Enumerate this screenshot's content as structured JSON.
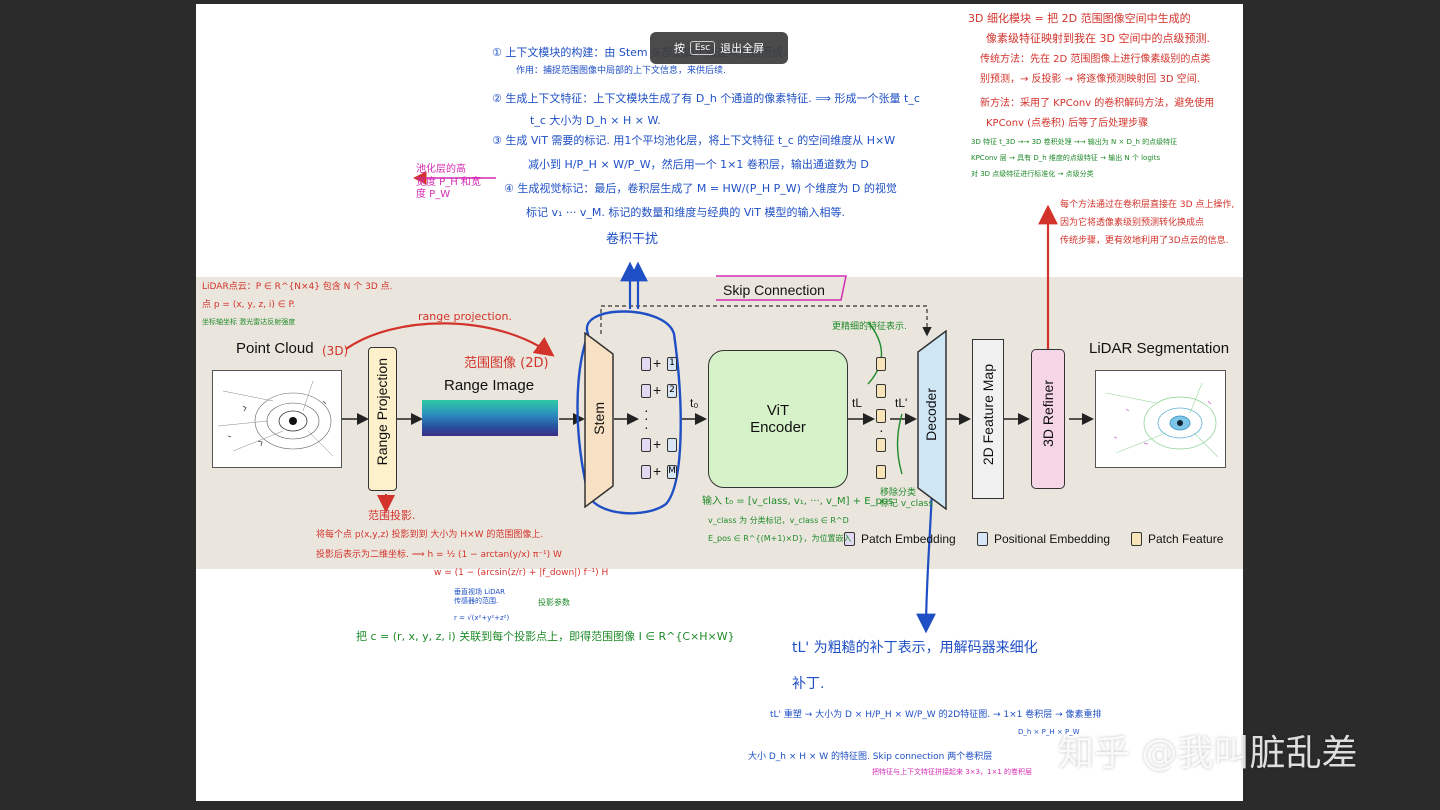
{
  "toast": {
    "key": "Esc",
    "prefix": "按",
    "action": "退出全屏"
  },
  "watermark": "知乎 @我叫脏乱差",
  "diagram": {
    "point_cloud_label": "Point Cloud",
    "range_projection_label": "Range Projection",
    "range_image_label": "Range Image",
    "stem_label": "Stem",
    "vit_label": "ViT\nEncoder",
    "decoder_label": "Decoder",
    "feature_map_label": "2D Feature Map",
    "refiner_label": "3D Refiner",
    "lidar_seg_label": "LiDAR Segmentation",
    "skip_label": "Skip Connection",
    "plus": "+",
    "token_ids": [
      "1",
      "2",
      "M"
    ],
    "t0": "t₀",
    "tL": "tL",
    "tL_prime": "tL'",
    "legend": [
      {
        "label": "Patch Embedding",
        "color": "#e2d9f2"
      },
      {
        "label": "Positional Embedding",
        "color": "#d7e6f7"
      },
      {
        "label": "Patch Feature",
        "color": "#f7e4b8"
      }
    ]
  },
  "colors": {
    "stem": "#f8e0c4",
    "vit": "#d6f2c8",
    "decoder": "#cfe6f5",
    "refiner": "#f6d5e6",
    "band": "#ebe6dd",
    "red_ink": "#d2332b",
    "blue_ink": "#1e4fc4",
    "green_ink": "#1f8a2a",
    "magenta_ink": "#d42bb4"
  },
  "notes": {
    "top_center": [
      "① 上下文模块的构建：由 Stem 头部由四个残差块构建而成.",
      "作用：捕捉范围图像中局部的上下文信息，来供后续.",
      "② 生成上下文特征：上下文模块生成了有 D_h 个通道的像素特征. ⟹ 形成一个张量 t_c",
      "t_c 大小为 D_h × H × W.",
      "③ 生成 ViT 需要的标记. 用1个平均池化层，将上下文特征 t_c 的空间维度从 H×W",
      "减小到 H/P_H × W/P_W，然后用一个 1×1 卷积层，输出通道数为 D",
      "④ 生成视觉标记：最后，卷积层生成了 M = HW/(P_H P_W) 个维度为 D 的视觉",
      "标记 v₁ ··· v_M. 标记的数量和维度与经典的 ViT 模型的输入相等."
    ],
    "pool_note": "池化层的高\n宽度 P_H 和宽\n度 P_W",
    "stem_annot": "卷积干扰",
    "top_right": [
      "3D 细化模块 = 把 2D 范围图像空间中生成的",
      "像素级特征映射到我在 3D 空间中的点级预测.",
      "传统方法：先在 2D 范围图像上进行像素级别的点类",
      "别预测，→ 反投影 → 将逐像预测映射回 3D 空间.",
      "新方法：采用了 KPConv 的卷积解码方法，避免使用",
      "KPConv (点卷积) 后等了后处理步骤"
    ],
    "top_right_small": [
      "3D 特征 t_3D →→ 3D 卷积处理 →→ 输出为 N × D_h 的点级特征",
      "KPConv 层 → 具有 D_h 维度的点级特征 → 输出 N 个 logits",
      "对 3D 点级特征进行标准化 → 点级分类"
    ],
    "refiner_note": [
      "每个方法通过在卷积层直接在 3D 点上操作,",
      "因为它将透像素级别预测转化换成点",
      "传统步骤，更有效地利用了3D点云的信息."
    ],
    "lidar_def": "LiDAR点云：P ∈ R^{N×4} 包含 N 个 3D 点.",
    "point_def": "点 p = (x, y, z, i) ∈ P.",
    "coord_note": "坐标轴坐标  激光雷达反射强度",
    "range_projection_note": "range projection.",
    "pc3d": "(3D)",
    "range_image_cn": "范围图像 (2D)",
    "proj_label": "范围投影.",
    "proj_text1": "将每个点 p(x,y,z) 投影到到 大小为 H×W 的范围图像上.",
    "proj_text2": "投影后表示为二维坐标. ⟹ h = ½ (1 − arctan(y/x) π⁻¹) W",
    "proj_text3": "w = (1 − (arcsin(z/r) + |f_down|) f⁻¹) H",
    "proj_sub1": "垂直视场 LiDAR\n传感器的范围.",
    "proj_sub2": "投影参数",
    "proj_r": "r = √(x²+y²+z²)",
    "proj_c": "把 c = (r, x, y, z, i) 关联到每个投影点上，即得范围图像 I ∈ R^{C×H×W}",
    "skip_note": "更精细的特征表示.",
    "vit_input": "输入 t₀ = [v_class, v₁, ···, v_M] + E_pos",
    "vit_class": "v_class 为 分类标记，v_class ∈ R^D",
    "vit_epos": "E_pos ∈ R^{(M+1)×D}，为位置嵌入",
    "remove_class": "移除分类\n标记 v_class",
    "decoder_note1": "tL' 为粗糙的补丁表示，用解码器来细化",
    "decoder_note2": "补丁.",
    "decoder_row1": "tL'  重塑 → 大小为 D × H/P_H × W/P_W 的2D特征图. → 1×1 卷积层 → 像素重排",
    "decoder_row1_sub": "D_h × P_H × P_W",
    "decoder_row2": "大小 D_h × H × W 的特征图.   Skip connection   两个卷积层",
    "decoder_row2_sub": "把特征与上下文特征拼接起来   3×3，1×1 的卷积层"
  }
}
